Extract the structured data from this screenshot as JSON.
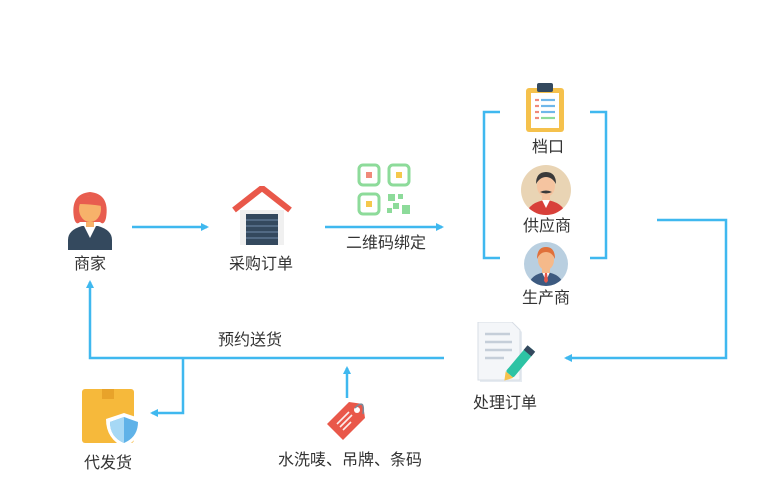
{
  "nodes": {
    "merchant": "商家",
    "purchase_order": "采购订单",
    "qr_binding": "二维码绑定",
    "stall": "档口",
    "supplier": "供应商",
    "producer": "生产商",
    "process_order": "处理订单",
    "reserve_delivery": "预约送货",
    "drop_shipping": "代发货",
    "tags": "水洗唛、吊牌、条码"
  },
  "colors": {
    "arrow": "#3fb8ef",
    "text": "#333333"
  }
}
